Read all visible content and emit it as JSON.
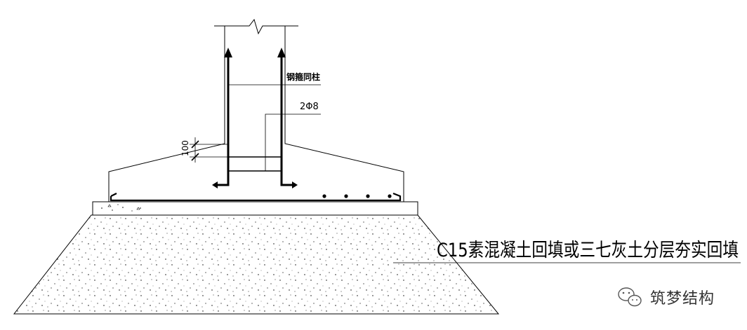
{
  "labels": {
    "stirrup_note": "钢箍同柱",
    "bar_spec": "2Φ8",
    "dim_spacing": "100",
    "fill_note": "C15素混凝土回填或三七灰土分层夯实回填"
  },
  "watermark": {
    "brand": "筑梦结构",
    "icon": "wechat-icon"
  },
  "colors": {
    "line": "#000000",
    "background": "#ffffff"
  }
}
